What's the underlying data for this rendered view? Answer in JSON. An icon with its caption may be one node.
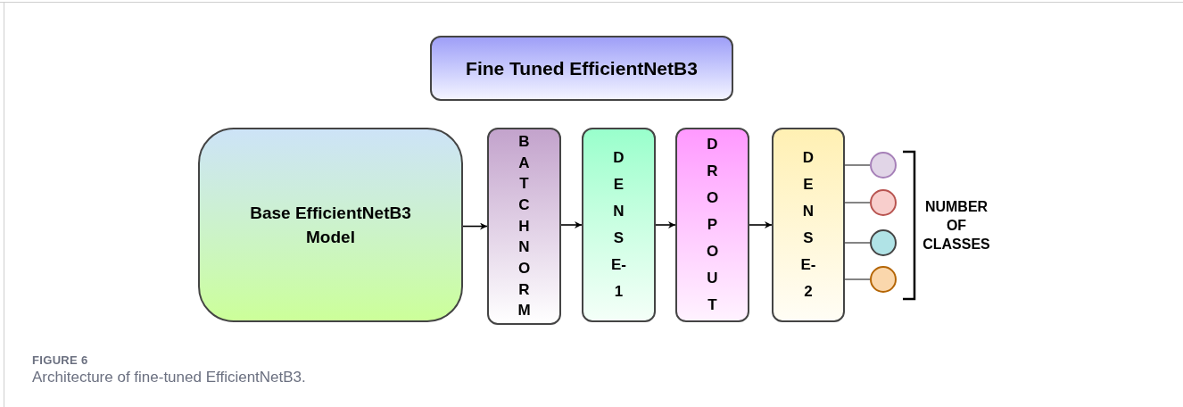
{
  "diagram": {
    "caption": "Architecture of fine-tuned EfficientNetB3.",
    "nodes": [
      {
        "text": [
          "Fine Tuned EfficientNetB3"
        ]
      },
      {
        "text": [
          "Base EfficientNetB3 Model"
        ]
      },
      {
        "text": [
          "BATCHNORM"
        ]
      },
      {
        "text": [
          "DENSE-1"
        ]
      },
      {
        "text": [
          "DROPOUT"
        ]
      },
      {
        "text": [
          "DENSE-2"
        ]
      },
      {
        "text": [],
        "shape": "circle"
      },
      {
        "text": [],
        "shape": "circle"
      },
      {
        "text": [],
        "shape": "circle"
      },
      {
        "text": [],
        "shape": "circle"
      }
    ],
    "edges": [
      {
        "from": 1,
        "to": 2,
        "arrow": "to"
      },
      {
        "from": 2,
        "to": 3,
        "arrow": "to"
      },
      {
        "from": 3,
        "to": 4,
        "arrow": "to"
      },
      {
        "from": 4,
        "to": 5,
        "arrow": "to"
      },
      {
        "from": 5,
        "to": 6,
        "arrow": "none"
      },
      {
        "from": 5,
        "to": 7,
        "arrow": "none"
      },
      {
        "from": 5,
        "to": 8,
        "arrow": "none"
      },
      {
        "from": 5,
        "to": 9,
        "arrow": "none"
      }
    ],
    "labels": [
      "NUMBER OF CLASSES",
      "FIGURE 6"
    ]
  }
}
